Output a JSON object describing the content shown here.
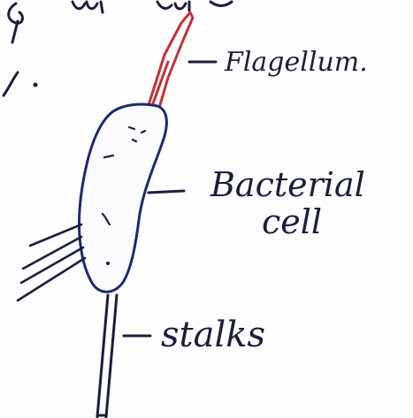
{
  "labels": {
    "flagellum": "Flagellum.",
    "bacterial_cell_line1": "Bacterial",
    "bacterial_cell_line2": "cell",
    "stalks": "stalks"
  },
  "colors": {
    "ink": "#1b1f3a",
    "cell_outline": "#1e2a6e",
    "flagellum": "#c0333a",
    "paper": "#fdfdfd"
  },
  "icons": {
    "cell": "bacterial-cell-sketch",
    "flagellum": "flagellum-sketch",
    "stalk": "stalk-sketch"
  }
}
